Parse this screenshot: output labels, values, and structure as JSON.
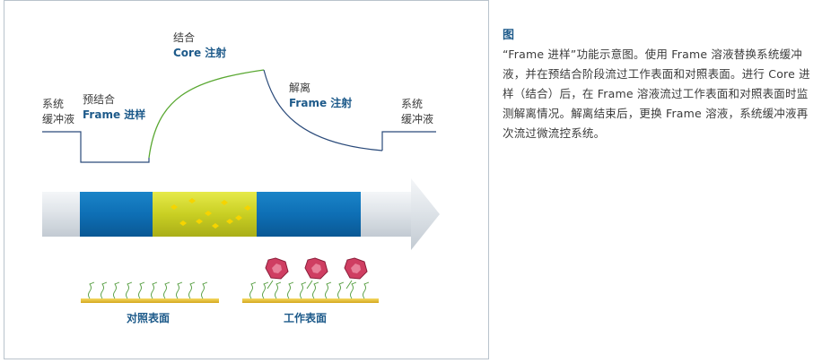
{
  "diagram": {
    "sensorgram_labels": {
      "buffer_left_1": "系统",
      "buffer_left_2": "缓冲液",
      "preassoc_1": "预结合",
      "preassoc_2": "Frame 进样",
      "assoc_1": "结合",
      "assoc_2": "Core 注射",
      "dissoc_1": "解离",
      "dissoc_2": "Frame 注射",
      "buffer_right_1": "系统",
      "buffer_right_2": "缓冲液"
    },
    "surfaces": {
      "reference": "对照表面",
      "active": "工作表面"
    },
    "colors": {
      "buffer_line": "#2a4a7a",
      "association_line": "#5aa832",
      "tube_blue": "#0e6fb5",
      "sample_yellow": "#d6dc2a",
      "analyte_pink": "#c8385a",
      "surface_gold": "#e6c43a",
      "ligand_green": "#4f9a3a"
    }
  },
  "caption": {
    "title": "图",
    "text": "“Frame 进样”功能示意图。使用 Frame 溶液替换系统缓冲液，并在预结合阶段流过工作表面和对照表面。进行 Core 进样（结合）后，在 Frame 溶液流过工作表面和对照表面时监测解离情况。解离结束后，更换 Frame 溶液，系统缓冲液再次流过微流控系统。"
  }
}
